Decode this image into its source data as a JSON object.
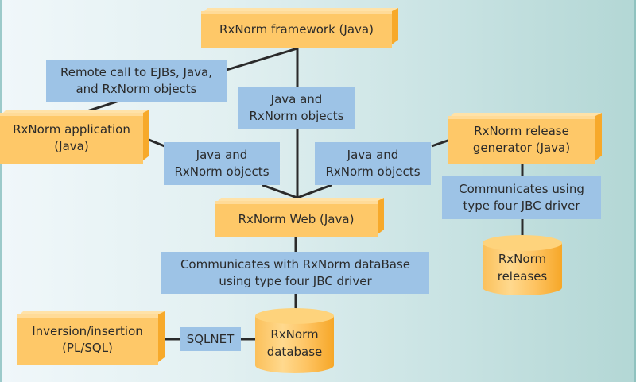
{
  "diagram": {
    "colors": {
      "component": "#fec868",
      "component_side": "#f7a92a",
      "label": "#9dc3e6",
      "connector": "#2a2a2a",
      "background_left": "#f0f7fa",
      "background_right": "#b3d7d5"
    },
    "components": {
      "framework": "RxNorm framework (Java)",
      "application": "RxNorm application\n(Java)",
      "release_generator": "RxNorm release\ngenerator (Java)",
      "web": "RxNorm Web (Java)",
      "inversion": "Inversion/insertion\n(PL/SQL)"
    },
    "datastores": {
      "releases": "RxNorm\nreleases",
      "database": "RxNorm\ndatabase"
    },
    "labels": {
      "remote_call": "Remote call to EJBs, Java,\nand RxNorm objects",
      "framework_web": "Java and\nRxNorm objects",
      "app_web": "Java and\nRxNorm objects",
      "generator_web": "Java and\nRxNorm objects",
      "generator_releases": "Communicates using\ntype four JBC driver",
      "web_database": "Communicates with RxNorm dataBase\nusing type four JBC driver",
      "sqlnet": "SQLNET"
    },
    "connections": [
      {
        "from": "framework",
        "to": "web",
        "via": "framework_web"
      },
      {
        "from": "framework",
        "to": "application",
        "via": "remote_call"
      },
      {
        "from": "application",
        "to": "web",
        "via": "app_web"
      },
      {
        "from": "release_generator",
        "to": "web",
        "via": "generator_web"
      },
      {
        "from": "release_generator",
        "to": "releases",
        "via": "generator_releases"
      },
      {
        "from": "web",
        "to": "database",
        "via": "web_database"
      },
      {
        "from": "inversion",
        "to": "database",
        "via": "sqlnet"
      }
    ]
  }
}
